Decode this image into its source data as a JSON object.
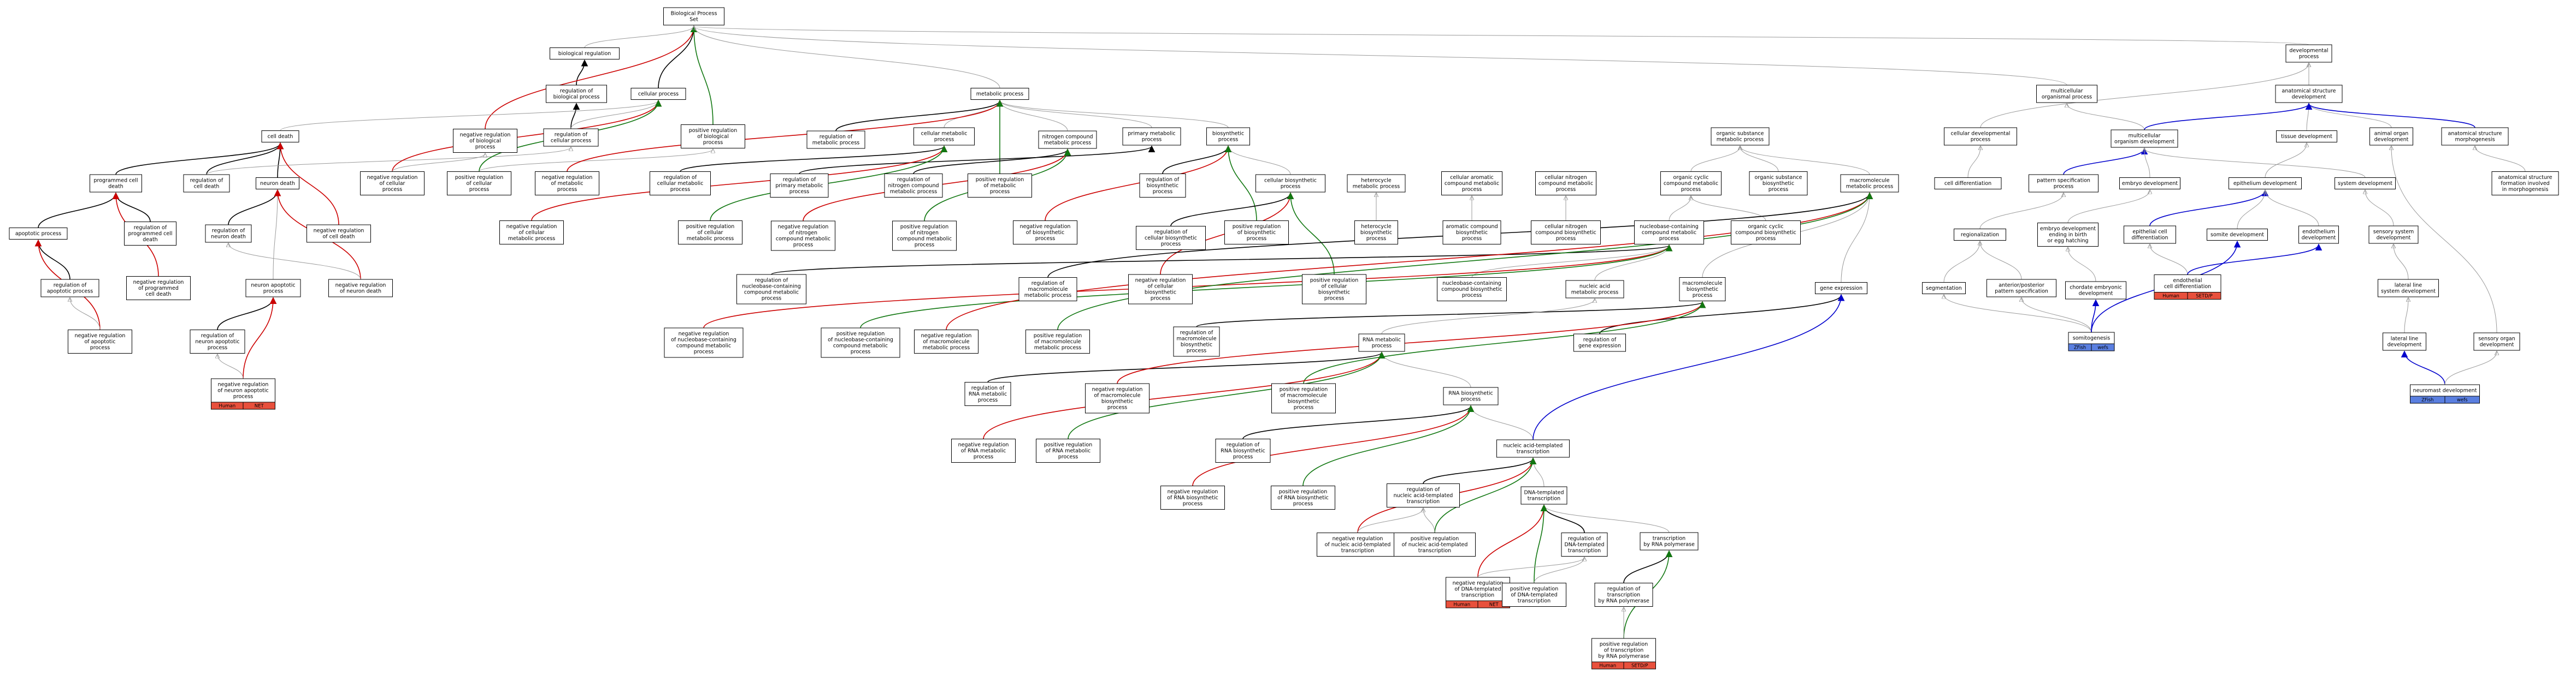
{
  "colors": {
    "edge_is_a": "#000000",
    "edge_part_of": "#9a9a9a",
    "edge_regulates": "#000000",
    "edge_neg": "#cc0000",
    "edge_pos": "#117711",
    "edge_blue": "#0000cc",
    "tag_human": "#e8503c",
    "tag_zfin": "#5a7fe0",
    "node_border": "#000000",
    "node_fill": "#ffffff"
  },
  "nodes": [
    {
      "id": "bp",
      "lines": [
        "Biological Process",
        "Set"
      ]
    },
    {
      "id": "biol_reg",
      "lines": [
        "biological regulation"
      ]
    },
    {
      "id": "reg_bp",
      "lines": [
        "regulation of",
        "biological process"
      ]
    },
    {
      "id": "cell_proc",
      "lines": [
        "cellular process"
      ]
    },
    {
      "id": "neg_reg_bp",
      "lines": [
        "negative regulation",
        "of biological",
        "process"
      ]
    },
    {
      "id": "reg_cell_proc",
      "lines": [
        "regulation of",
        "cellular process"
      ]
    },
    {
      "id": "pos_reg_bp",
      "lines": [
        "positive regulation",
        "of biological",
        "process"
      ]
    },
    {
      "id": "cell_death",
      "lines": [
        "cell death"
      ]
    },
    {
      "id": "prog_cell_death",
      "lines": [
        "programmed cell",
        "death"
      ]
    },
    {
      "id": "reg_cell_death",
      "lines": [
        "regulation of",
        "cell death"
      ]
    },
    {
      "id": "neuron_death",
      "lines": [
        "neuron death"
      ]
    },
    {
      "id": "reg_prog_cell_death",
      "lines": [
        "regulation of",
        "programmed cell",
        "death"
      ]
    },
    {
      "id": "reg_neuron_death",
      "lines": [
        "regulation of",
        "neuron death"
      ]
    },
    {
      "id": "neg_reg_cell_death",
      "lines": [
        "negative regulation",
        "of cell death"
      ]
    },
    {
      "id": "apoptotic",
      "lines": [
        "apoptotic process"
      ]
    },
    {
      "id": "reg_apoptotic",
      "lines": [
        "regulation of",
        "apoptotic process"
      ]
    },
    {
      "id": "neg_reg_prog_cell_death",
      "lines": [
        "negative regulation",
        "of programmed",
        "cell death"
      ]
    },
    {
      "id": "neuron_apoptotic",
      "lines": [
        "neuron apoptotic",
        "process"
      ]
    },
    {
      "id": "neg_reg_neuron_death",
      "lines": [
        "negative regulation",
        "of neuron death"
      ]
    },
    {
      "id": "neg_reg_apoptotic",
      "lines": [
        "negative regulation",
        "of apoptotic",
        "process"
      ]
    },
    {
      "id": "reg_neuron_apoptotic",
      "lines": [
        "regulation of",
        "neuron apoptotic",
        "process"
      ]
    },
    {
      "id": "neg_reg_neuron_apoptotic",
      "lines": [
        "negative regulation",
        "of neuron apoptotic",
        "process"
      ],
      "tags": [
        "Human",
        "NET"
      ]
    },
    {
      "id": "neg_reg_cell_proc",
      "lines": [
        "negative regulation",
        "of cellular",
        "process"
      ]
    },
    {
      "id": "pos_reg_cell_proc",
      "lines": [
        "positive regulation",
        "of cellular",
        "process"
      ]
    },
    {
      "id": "metabolic",
      "lines": [
        "metabolic process"
      ]
    },
    {
      "id": "reg_metabolic",
      "lines": [
        "regulation of",
        "metabolic process"
      ]
    },
    {
      "id": "cell_metabolic",
      "lines": [
        "cellular metabolic",
        "process"
      ]
    },
    {
      "id": "n_compound_metabolic",
      "lines": [
        "nitrogen compound",
        "metabolic process"
      ]
    },
    {
      "id": "primary_metabolic",
      "lines": [
        "primary metabolic",
        "process"
      ]
    },
    {
      "id": "biosynthetic",
      "lines": [
        "biosynthetic",
        "process"
      ]
    },
    {
      "id": "neg_reg_metabolic",
      "lines": [
        "negative regulation",
        "of metabolic",
        "process"
      ]
    },
    {
      "id": "reg_cell_metabolic",
      "lines": [
        "regulation of",
        "cellular metabolic",
        "process"
      ]
    },
    {
      "id": "reg_primary_metabolic",
      "lines": [
        "regulation of",
        "primary metabolic",
        "process"
      ]
    },
    {
      "id": "reg_n_compound_metabolic",
      "lines": [
        "regulation of",
        "nitrogen compound",
        "metabolic process"
      ]
    },
    {
      "id": "pos_reg_metabolic",
      "lines": [
        "positive regulation",
        "of metabolic",
        "process"
      ]
    },
    {
      "id": "reg_biosynthetic",
      "lines": [
        "regulation of",
        "biosynthetic",
        "process"
      ]
    },
    {
      "id": "cell_biosynthetic",
      "lines": [
        "cellular biosynthetic",
        "process"
      ]
    },
    {
      "id": "heterocycle_metabolic",
      "lines": [
        "heterocycle",
        "metabolic process"
      ]
    },
    {
      "id": "cell_aromatic",
      "lines": [
        "cellular aromatic",
        "compound metabolic",
        "process"
      ]
    },
    {
      "id": "cell_n_compound",
      "lines": [
        "cellular nitrogen",
        "compound metabolic",
        "process"
      ]
    },
    {
      "id": "organic_subst_metabolic",
      "lines": [
        "organic substance",
        "metabolic process"
      ]
    },
    {
      "id": "neg_reg_cell_metabolic",
      "lines": [
        "negative regulation",
        "of cellular",
        "metabolic process"
      ]
    },
    {
      "id": "pos_reg_cell_metabolic",
      "lines": [
        "positive regulation",
        "of cellular",
        "metabolic process"
      ]
    },
    {
      "id": "neg_reg_n_compound",
      "lines": [
        "negative regulation",
        "of nitrogen",
        "compound metabolic",
        "process"
      ]
    },
    {
      "id": "pos_reg_n_compound",
      "lines": [
        "positive regulation",
        "of nitrogen",
        "compound metabolic",
        "process"
      ]
    },
    {
      "id": "neg_reg_biosynthetic",
      "lines": [
        "negative regulation",
        "of biosynthetic",
        "process"
      ]
    },
    {
      "id": "reg_cell_biosynthetic",
      "lines": [
        "regulation of",
        "cellular biosynthetic",
        "process"
      ]
    },
    {
      "id": "pos_reg_biosynthetic",
      "lines": [
        "positive regulation",
        "of biosynthetic",
        "process"
      ]
    },
    {
      "id": "heterocycle_biosynthetic",
      "lines": [
        "heterocycle",
        "biosynthetic",
        "process"
      ]
    },
    {
      "id": "aromatic_biosynthetic",
      "lines": [
        "aromatic compound",
        "biosynthetic",
        "process"
      ]
    },
    {
      "id": "cell_n_biosynthetic",
      "lines": [
        "cellular nitrogen",
        "compound biosynthetic",
        "process"
      ]
    },
    {
      "id": "organic_cyclic_metabolic",
      "lines": [
        "organic cyclic",
        "compound metabolic",
        "process"
      ]
    },
    {
      "id": "organic_subst_biosynthetic",
      "lines": [
        "organic substance",
        "biosynthetic",
        "process"
      ]
    },
    {
      "id": "nucleobase_metabolic",
      "lines": [
        "nucleobase-containing",
        "compound metabolic",
        "process"
      ]
    },
    {
      "id": "organic_cyclic_biosynthetic",
      "lines": [
        "organic cyclic",
        "compound biosynthetic",
        "process"
      ]
    },
    {
      "id": "macromolecule_metabolic",
      "lines": [
        "macromolecule",
        "metabolic process"
      ]
    },
    {
      "id": "reg_nucleobase_metabolic",
      "lines": [
        "regulation of",
        "nucleobase-containing",
        "compound metabolic",
        "process"
      ]
    },
    {
      "id": "reg_macromolecule_metabolic",
      "lines": [
        "regulation of",
        "macromolecule",
        "metabolic process"
      ]
    },
    {
      "id": "neg_reg_cell_biosynthetic",
      "lines": [
        "negative regulation",
        "of cellular",
        "biosynthetic",
        "process"
      ]
    },
    {
      "id": "pos_reg_cell_biosynthetic",
      "lines": [
        "positive regulation",
        "of cellular",
        "biosynthetic",
        "process"
      ]
    },
    {
      "id": "nucleobase_biosynthetic",
      "lines": [
        "nucleobase-containing",
        "compound biosynthetic",
        "process"
      ]
    },
    {
      "id": "nucleic_acid_metabolic",
      "lines": [
        "nucleic acid",
        "metabolic process"
      ]
    },
    {
      "id": "macromolecule_biosynthetic",
      "lines": [
        "macromolecule",
        "biosynthetic",
        "process"
      ]
    },
    {
      "id": "gene_expression",
      "lines": [
        "gene expression"
      ]
    },
    {
      "id": "neg_reg_nucleobase",
      "lines": [
        "negative regulation",
        "of nucleobase-containing",
        "compound metabolic",
        "process"
      ]
    },
    {
      "id": "pos_reg_nucleobase",
      "lines": [
        "positive regulation",
        "of nucleobase-containing",
        "compound metabolic",
        "process"
      ]
    },
    {
      "id": "neg_reg_macromolecule_metabolic",
      "lines": [
        "negative regulation",
        "of macromolecule",
        "metabolic process"
      ]
    },
    {
      "id": "pos_reg_macromolecule_metabolic",
      "lines": [
        "positive regulation",
        "of macromolecule",
        "metabolic process"
      ]
    },
    {
      "id": "reg_macromolecule_biosynthetic",
      "lines": [
        "regulation of",
        "macromolecule",
        "biosynthetic",
        "process"
      ]
    },
    {
      "id": "rna_metabolic",
      "lines": [
        "RNA metabolic",
        "process"
      ]
    },
    {
      "id": "reg_gene_expression",
      "lines": [
        "regulation of",
        "gene expression"
      ]
    },
    {
      "id": "reg_rna_metabolic",
      "lines": [
        "regulation of",
        "RNA metabolic",
        "process"
      ]
    },
    {
      "id": "neg_reg_macromolecule_biosynthetic",
      "lines": [
        "negative regulation",
        "of macromolecule",
        "biosynthetic",
        "process"
      ]
    },
    {
      "id": "pos_reg_macromolecule_biosynthetic",
      "lines": [
        "positive regulation",
        "of macromolecule",
        "biosynthetic",
        "process"
      ]
    },
    {
      "id": "rna_biosynthetic",
      "lines": [
        "RNA biosynthetic",
        "process"
      ]
    },
    {
      "id": "neg_reg_rna_metabolic",
      "lines": [
        "negative regulation",
        "of RNA metabolic",
        "process"
      ]
    },
    {
      "id": "pos_reg_rna_metabolic",
      "lines": [
        "positive regulation",
        "of RNA metabolic",
        "process"
      ]
    },
    {
      "id": "reg_rna_biosynthetic",
      "lines": [
        "regulation of",
        "RNA biosynthetic",
        "process"
      ]
    },
    {
      "id": "na_templated_transcription",
      "lines": [
        "nucleic acid-templated",
        "transcription"
      ]
    },
    {
      "id": "neg_reg_rna_biosynthetic",
      "lines": [
        "negative regulation",
        "of RNA biosynthetic",
        "process"
      ]
    },
    {
      "id": "pos_reg_rna_biosynthetic",
      "lines": [
        "positive regulation",
        "of RNA biosynthetic",
        "process"
      ]
    },
    {
      "id": "reg_na_templated",
      "lines": [
        "regulation of",
        "nucleic acid-templated",
        "transcription"
      ]
    },
    {
      "id": "dna_templated_transcription",
      "lines": [
        "DNA-templated",
        "transcription"
      ]
    },
    {
      "id": "transcription_rna_pol",
      "lines": [
        "transcription",
        "by RNA polymerase"
      ]
    },
    {
      "id": "neg_reg_na_templated",
      "lines": [
        "negative regulation",
        "of nucleic acid-templated",
        "transcription"
      ]
    },
    {
      "id": "pos_reg_na_templated",
      "lines": [
        "positive regulation",
        "of nucleic acid-templated",
        "transcription"
      ]
    },
    {
      "id": "reg_dna_templated",
      "lines": [
        "regulation of",
        "DNA-templated",
        "transcription"
      ]
    },
    {
      "id": "neg_reg_dna_templated",
      "lines": [
        "negative regulation",
        "of DNA-templated",
        "transcription"
      ],
      "tags": [
        "Human",
        "NET"
      ]
    },
    {
      "id": "pos_reg_dna_templated",
      "lines": [
        "positive regulation",
        "of DNA-templated",
        "transcription"
      ]
    },
    {
      "id": "reg_transcription_rna_pol",
      "lines": [
        "regulation of",
        "transcription",
        "by RNA polymerase"
      ]
    },
    {
      "id": "pos_reg_transcription_rna_pol",
      "lines": [
        "positive regulation",
        "of transcription",
        "by RNA polymerase"
      ],
      "tags": [
        "Human",
        "SETD/P"
      ]
    },
    {
      "id": "developmental",
      "lines": [
        "developmental",
        "process"
      ]
    },
    {
      "id": "multicellular_organismal",
      "lines": [
        "multicellular",
        "organismal process"
      ]
    },
    {
      "id": "anatomical_dev",
      "lines": [
        "anatomical structure",
        "development"
      ]
    },
    {
      "id": "cell_dev_proc",
      "lines": [
        "cellular developmental",
        "process"
      ]
    },
    {
      "id": "multicellular_dev",
      "lines": [
        "multicellular",
        "organism development"
      ]
    },
    {
      "id": "tissue_dev",
      "lines": [
        "tissue development"
      ]
    },
    {
      "id": "animal_organ_dev",
      "lines": [
        "animal organ",
        "development"
      ]
    },
    {
      "id": "anatomical_morph",
      "lines": [
        "anatomical structure",
        "morphogenesis"
      ]
    },
    {
      "id": "cell_differentiation",
      "lines": [
        "cell differentiation"
      ]
    },
    {
      "id": "pattern_spec",
      "lines": [
        "pattern specification",
        "process"
      ]
    },
    {
      "id": "embryo_dev",
      "lines": [
        "embryo development"
      ]
    },
    {
      "id": "epithelium_dev",
      "lines": [
        "epithelium development"
      ]
    },
    {
      "id": "system_dev",
      "lines": [
        "system development"
      ]
    },
    {
      "id": "anatomical_formation",
      "lines": [
        "anatomical structure",
        "formation involved",
        "in morphogenesis"
      ]
    },
    {
      "id": "regionalization",
      "lines": [
        "regionalization"
      ]
    },
    {
      "id": "embryo_dev_hatching",
      "lines": [
        "embryo development",
        "ending in birth",
        "or egg hatching"
      ]
    },
    {
      "id": "epithelial_cell_diff",
      "lines": [
        "epithelial cell",
        "differentiation"
      ]
    },
    {
      "id": "somite_dev",
      "lines": [
        "somite development"
      ]
    },
    {
      "id": "endothelium_dev",
      "lines": [
        "endothelium",
        "development"
      ]
    },
    {
      "id": "sensory_system_dev",
      "lines": [
        "sensory system",
        "development"
      ]
    },
    {
      "id": "endothelial_cell_diff",
      "lines": [
        "endothelial",
        "cell differentiation"
      ],
      "tags": [
        "Human",
        "SETD/P"
      ]
    },
    {
      "id": "segmentation",
      "lines": [
        "segmentation"
      ]
    },
    {
      "id": "ant_post_pattern",
      "lines": [
        "anterior/posterior",
        "pattern specification"
      ]
    },
    {
      "id": "chordate_embryonic",
      "lines": [
        "chordate embryonic",
        "development"
      ]
    },
    {
      "id": "lateral_line_system",
      "lines": [
        "lateral line",
        "system development"
      ]
    },
    {
      "id": "somitogenesis",
      "lines": [
        "somitogenesis"
      ],
      "tags": [
        "ZFish",
        "wefs"
      ]
    },
    {
      "id": "lateral_line_dev",
      "lines": [
        "lateral line",
        "development"
      ]
    },
    {
      "id": "sensory_organ_dev",
      "lines": [
        "sensory organ",
        "development"
      ]
    },
    {
      "id": "neuromast_dev",
      "lines": [
        "neuromast development"
      ],
      "tags": [
        "ZFish",
        "wefs"
      ]
    }
  ]
}
